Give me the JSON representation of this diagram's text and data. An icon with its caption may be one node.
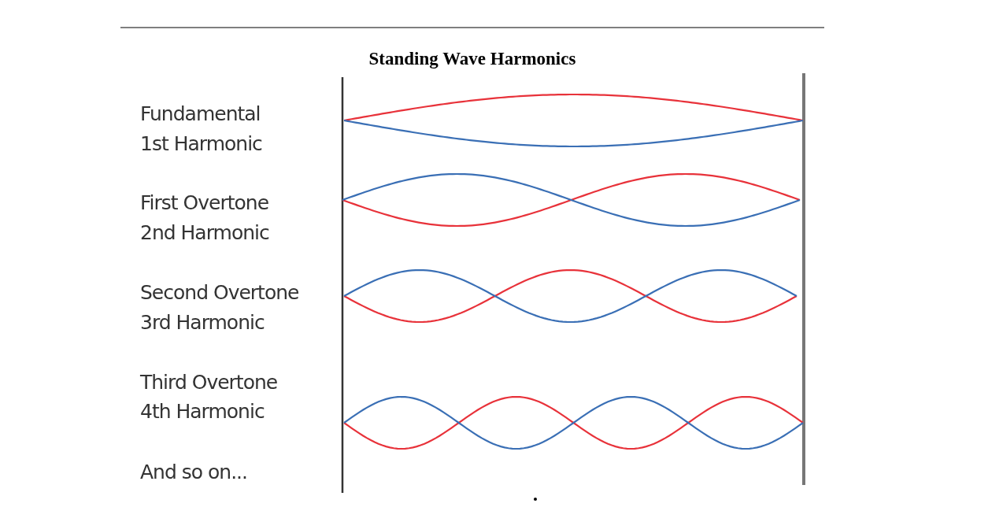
{
  "diagram": {
    "title": "Standing Wave Harmonics",
    "labels": [
      "Fundamental",
      "1st Harmonic",
      "First Overtone",
      "2nd Harmonic",
      "Second Overtone",
      "3rd Harmonic",
      "Third Overtone",
      "4th Harmonic",
      "And so on..."
    ]
  }
}
